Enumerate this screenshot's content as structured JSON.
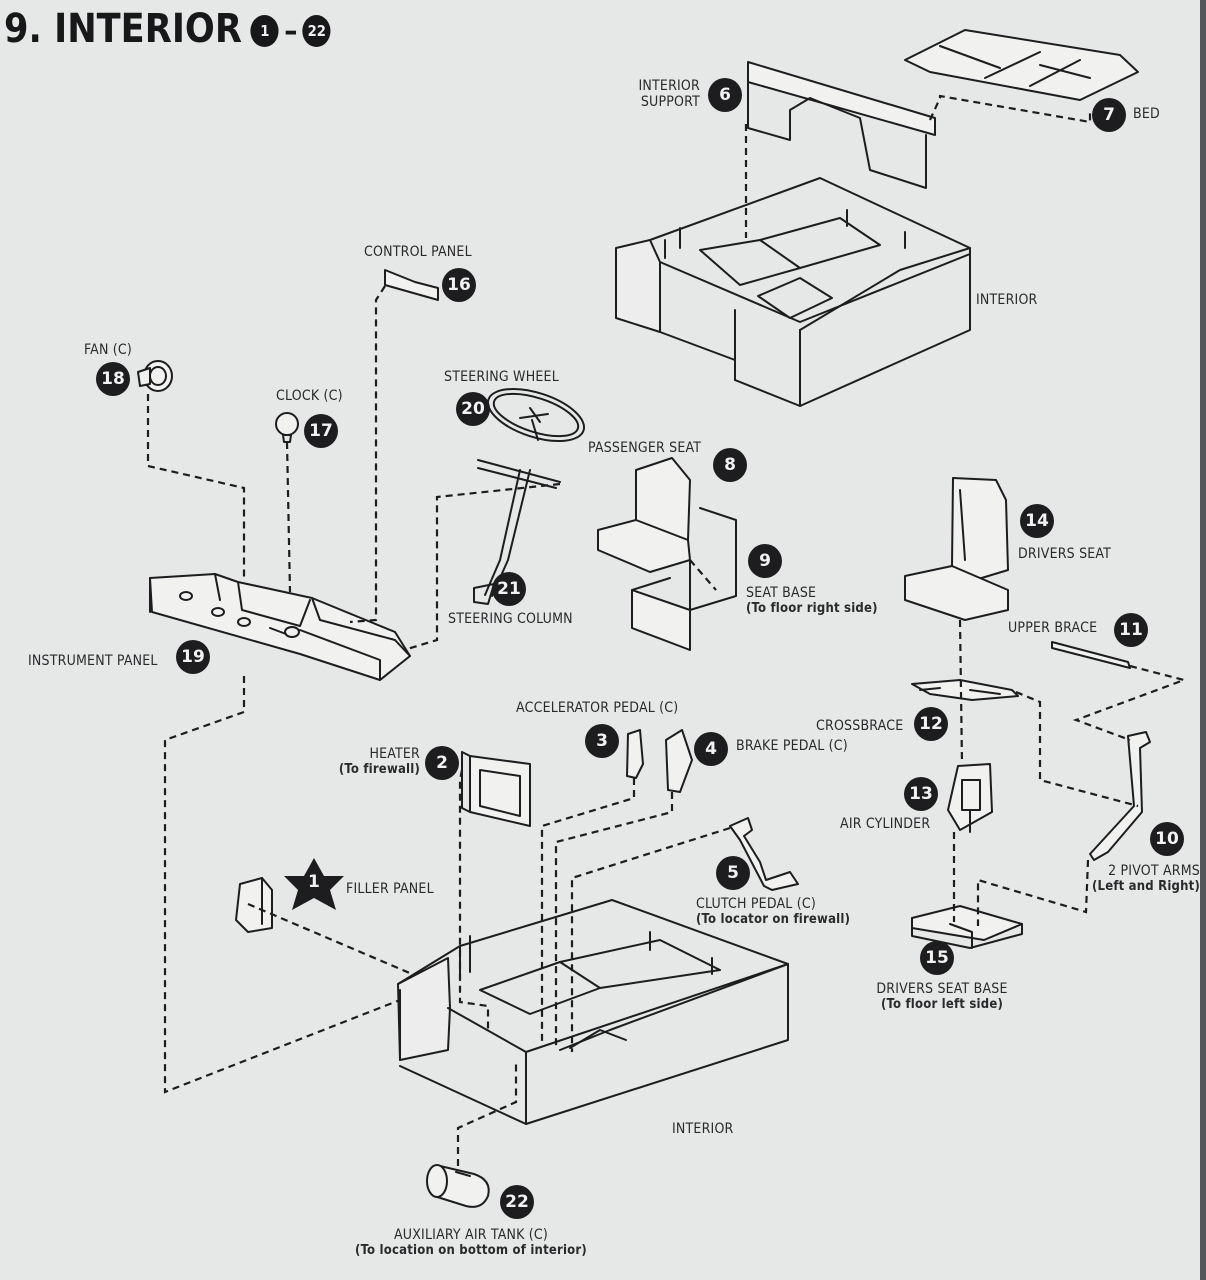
{
  "title": {
    "step": "9. INTERIOR",
    "range_start": "1",
    "range_sep": "–",
    "range_end": "22"
  },
  "labels": {
    "interior_support": {
      "num": "6",
      "line1": "INTERIOR",
      "line2": "SUPPORT"
    },
    "bed": {
      "num": "7",
      "text": "BED"
    },
    "interior_top": {
      "text": "INTERIOR"
    },
    "control_panel": {
      "num": "16",
      "text": "CONTROL PANEL"
    },
    "fan": {
      "num": "18",
      "text": "FAN (C)"
    },
    "clock": {
      "num": "17",
      "text": "CLOCK (C)"
    },
    "steering_wheel": {
      "num": "20",
      "text": "STEERING WHEEL"
    },
    "steering_column": {
      "num": "21",
      "text": "STEERING COLUMN"
    },
    "passenger_seat": {
      "num": "8",
      "text": "PASSENGER SEAT"
    },
    "seat_base": {
      "num": "9",
      "text": "SEAT BASE",
      "note": "(To floor right side)"
    },
    "drivers_seat": {
      "num": "14",
      "text": "DRIVERS SEAT"
    },
    "upper_brace": {
      "num": "11",
      "text": "UPPER BRACE"
    },
    "instrument_panel": {
      "num": "19",
      "text": "INSTRUMENT PANEL"
    },
    "accelerator_pedal": {
      "num": "3",
      "text": "ACCELERATOR PEDAL (C)"
    },
    "brake_pedal": {
      "num": "4",
      "text": "BRAKE PEDAL (C)"
    },
    "heater": {
      "num": "2",
      "text": "HEATER",
      "note": "(To firewall)"
    },
    "crossbrace": {
      "num": "12",
      "text": "CROSSBRACE"
    },
    "air_cylinder": {
      "num": "13",
      "text": "AIR CYLINDER"
    },
    "pivot_arms": {
      "num": "10",
      "text": "2 PIVOT ARMS",
      "note": "(Left and Right)"
    },
    "clutch_pedal": {
      "num": "5",
      "text": "CLUTCH PEDAL (C)",
      "note": "(To locator on firewall)"
    },
    "filler_panel": {
      "num": "1",
      "text": "FILLER PANEL"
    },
    "drivers_seat_base": {
      "num": "15",
      "text": "DRIVERS SEAT BASE",
      "note": "(To floor left side)"
    },
    "interior_bottom": {
      "text": "INTERIOR"
    },
    "aux_air_tank": {
      "num": "22",
      "text": "AUXILIARY AIR TANK (C)",
      "note": "(To location on bottom of interior)"
    }
  },
  "colors": {
    "paper": "#e6e7e7",
    "ink": "#1d1d1f",
    "background": "#6e6e70"
  }
}
